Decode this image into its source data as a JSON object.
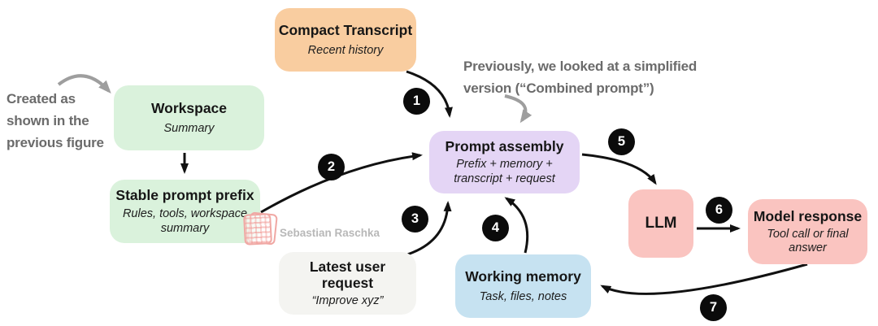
{
  "colors": {
    "box_green": "#daf2dc",
    "box_orange": "#f9cda0",
    "box_purple": "#e4d5f5",
    "box_blue": "#c6e2f1",
    "box_pink": "#fac4c0",
    "box_lightgray": "#f4f4f1",
    "badge_black": "#0b0b0b",
    "annotation_gray": "#6b6b6b",
    "arrow_black": "#111111",
    "arrow_gray": "#9e9e9e",
    "watermark_red": "#f0a8a4",
    "watermark_gray": "#b8b8b8"
  },
  "boxes": {
    "compact_transcript": {
      "title": "Compact Transcript",
      "subtitle": "Recent history"
    },
    "workspace": {
      "title": "Workspace",
      "subtitle": "Summary"
    },
    "stable_prompt_prefix": {
      "title": "Stable prompt prefix",
      "subtitle": "Rules, tools, workspace summary"
    },
    "latest_user_request": {
      "title": "Latest user request",
      "subtitle": "“Improve xyz”"
    },
    "prompt_assembly": {
      "title": "Prompt assembly",
      "subtitle": "Prefix + memory + transcript + request"
    },
    "working_memory": {
      "title": "Working memory",
      "subtitle": "Task, files, notes"
    },
    "llm": {
      "title": "LLM"
    },
    "model_response": {
      "title": "Model response",
      "subtitle": "Tool call or final answer"
    }
  },
  "annotations": {
    "left": {
      "line1": "Created as",
      "line2": "shown in the",
      "line3": "previous figure"
    },
    "right": {
      "line1": "Previously, we looked at a simplified",
      "line2": "version (“Combined prompt”)"
    }
  },
  "badges": {
    "b1": "1",
    "b2": "2",
    "b3": "3",
    "b4": "4",
    "b5": "5",
    "b6": "6",
    "b7": "7"
  },
  "watermark": {
    "text": "Sebastian Raschka"
  }
}
